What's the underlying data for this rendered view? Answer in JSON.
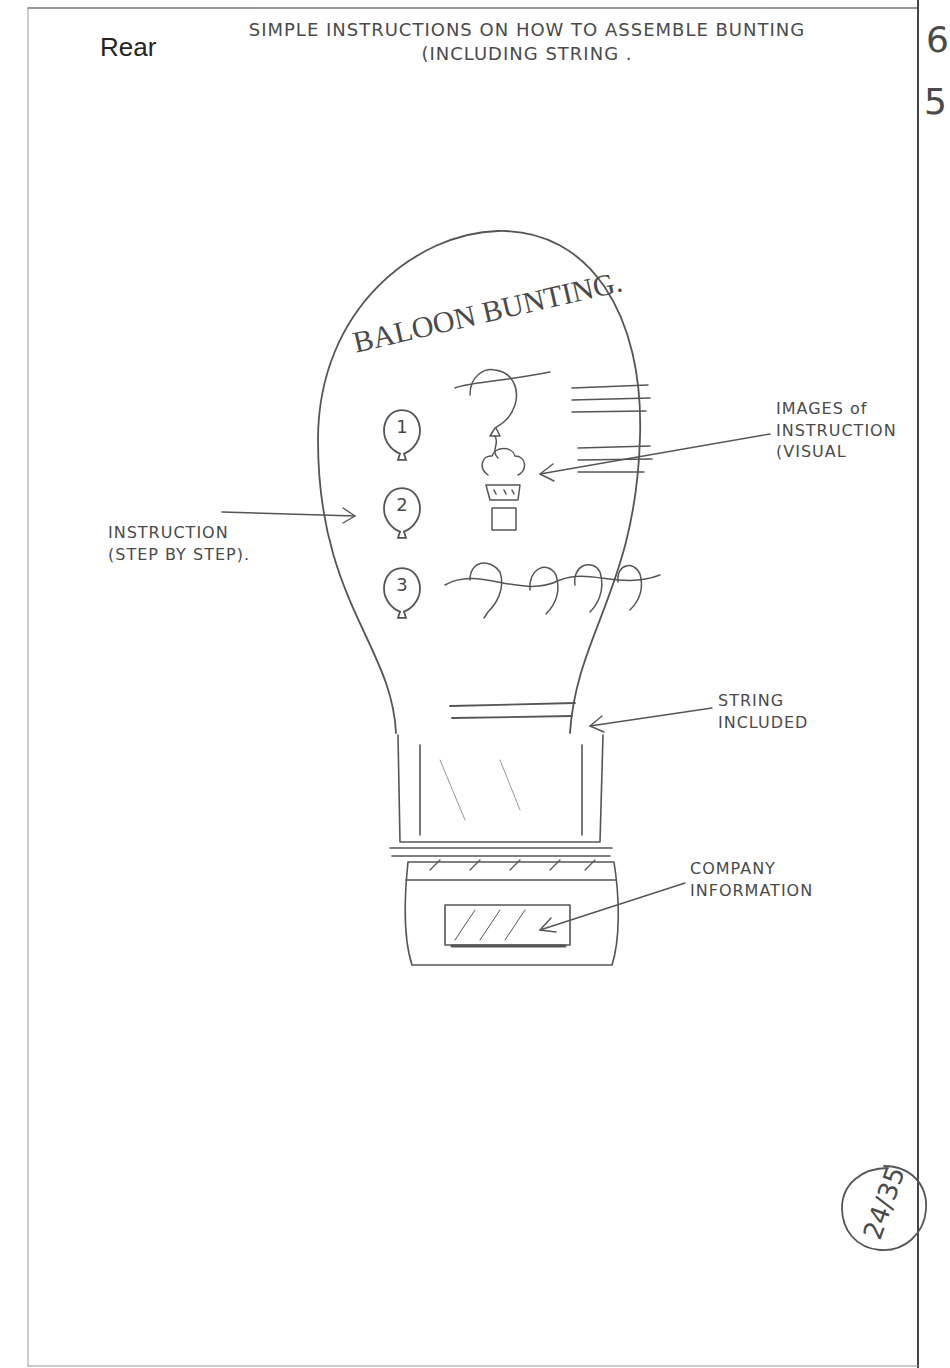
{
  "diagram": {
    "nodes": [
      {
        "text": [
          "BALOON BUNTING."
        ]
      },
      {
        "text": [
          "1"
        ],
        "in": 0
      },
      {
        "text": [
          "2"
        ],
        "in": 0
      },
      {
        "text": [
          "3"
        ],
        "in": 0
      },
      {
        "text": [
          "24/35"
        ]
      }
    ],
    "labels": [
      "Rear",
      "SIMPLE INSTRUCTIONS ON HOW TO ASSEMBLE BUNTING (INCLUDING STRING .",
      "6",
      "5",
      "IMAGES of INSTRUCTION (VISUAL",
      "INSTRUCTION (STEP BY STEP).",
      "STRING INCLUDED",
      "COMPANY INFORMATION"
    ]
  }
}
